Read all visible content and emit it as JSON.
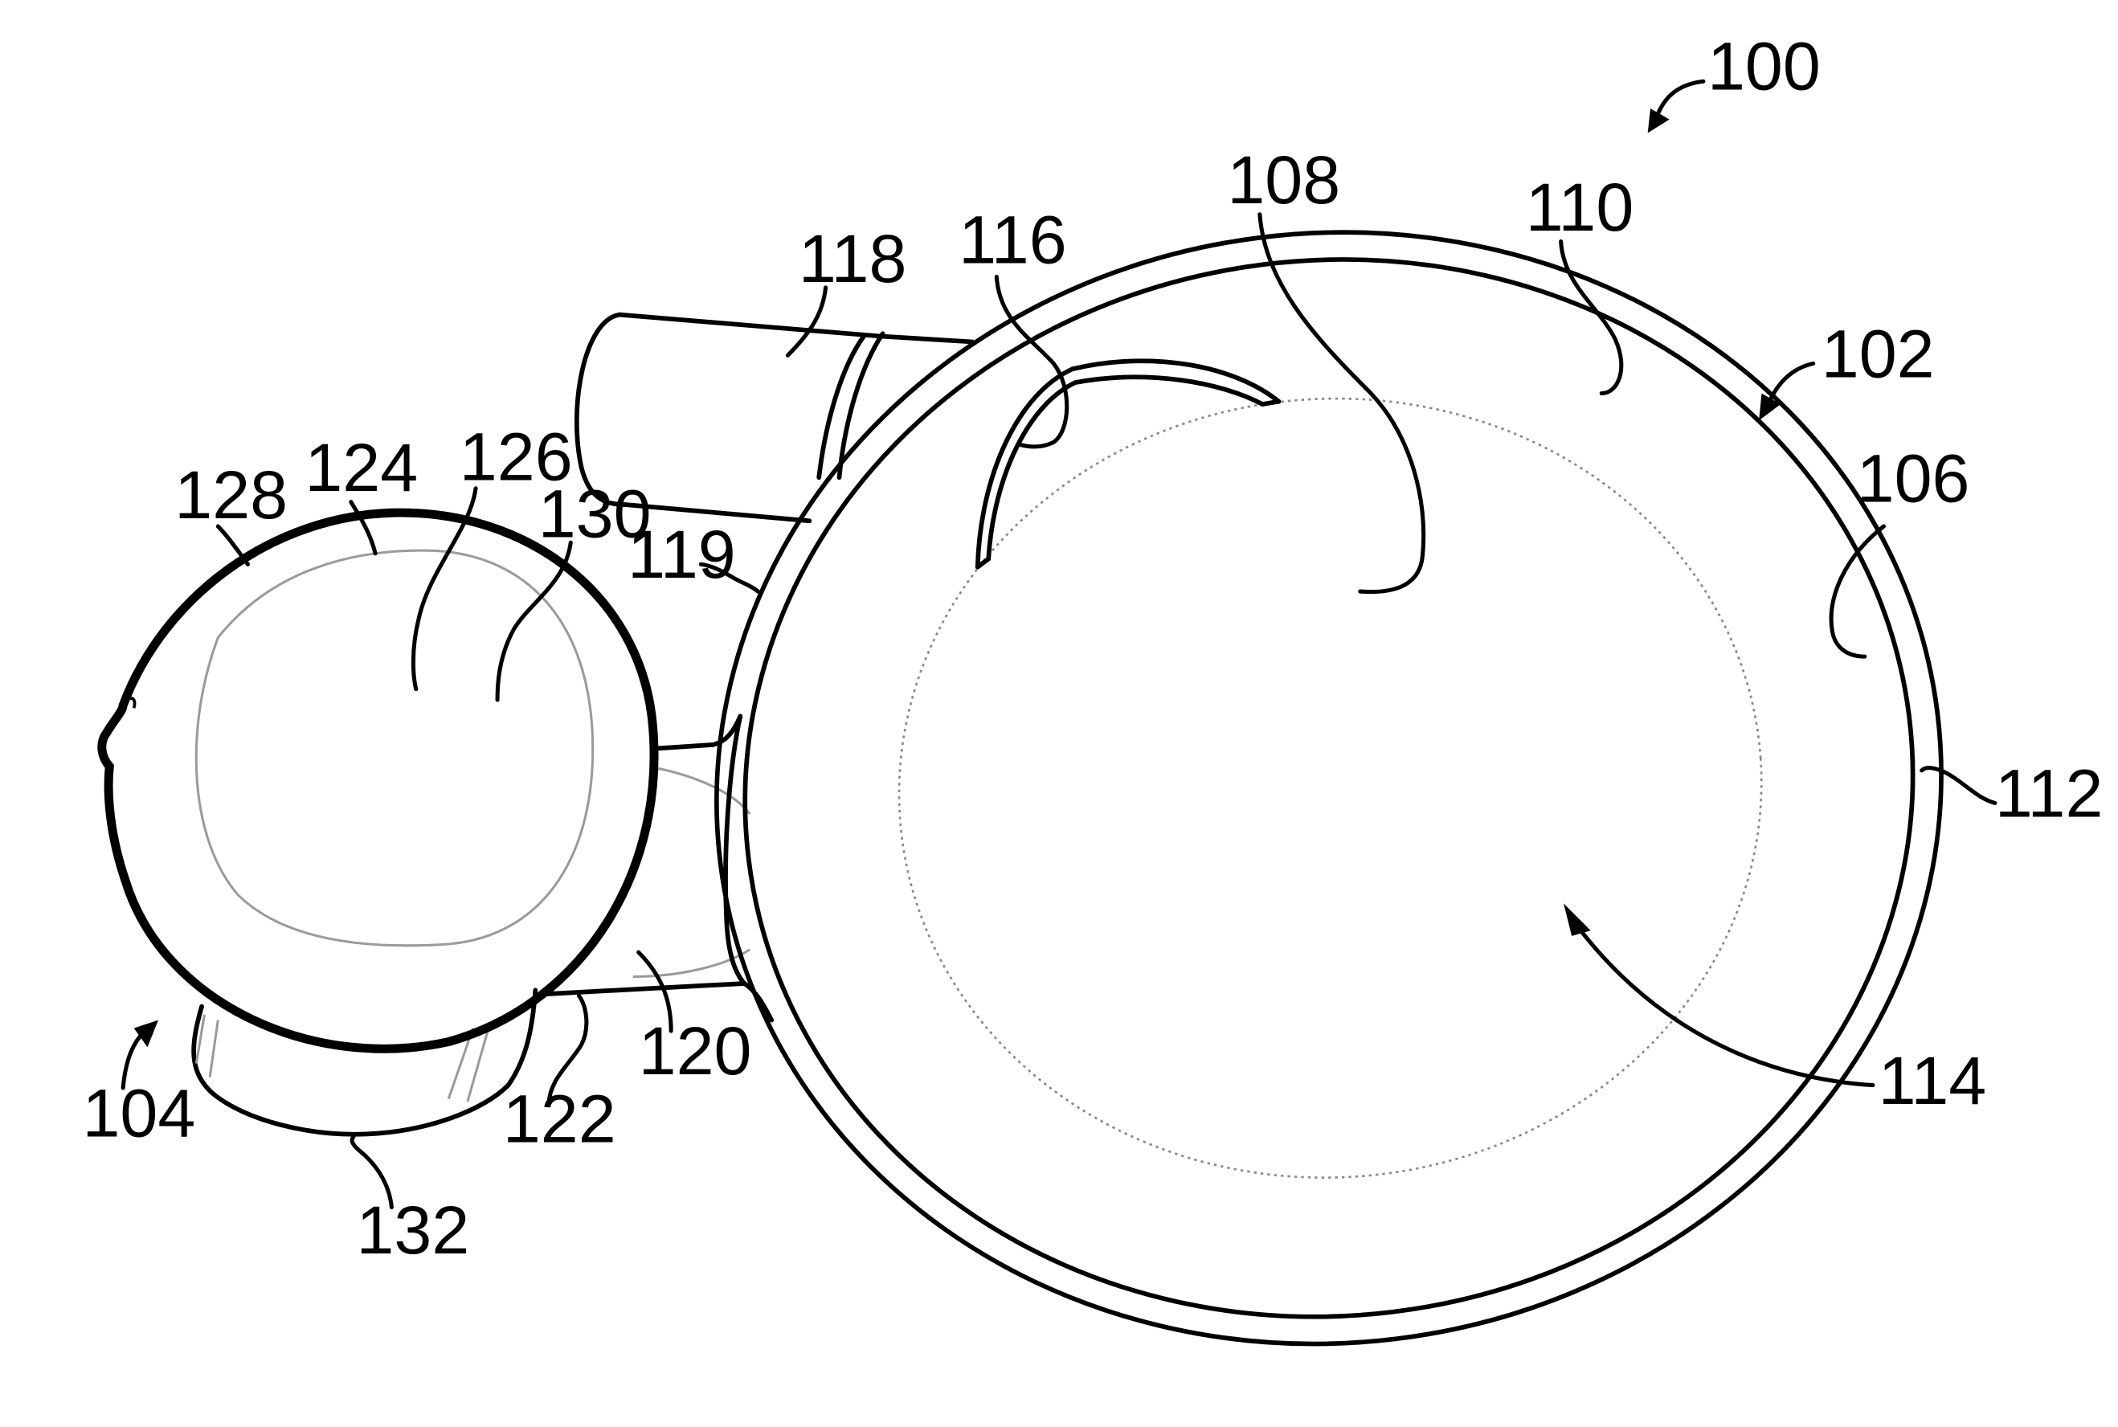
{
  "labels": {
    "l100": "100",
    "l102": "102",
    "l104": "104",
    "l106": "106",
    "l108": "108",
    "l110": "110",
    "l112": "112",
    "l114": "114",
    "l116": "116",
    "l118": "118",
    "l119": "119",
    "l120": "120",
    "l122": "122",
    "l124": "124",
    "l126": "126",
    "l128": "128",
    "l130": "130",
    "l132": "132"
  }
}
